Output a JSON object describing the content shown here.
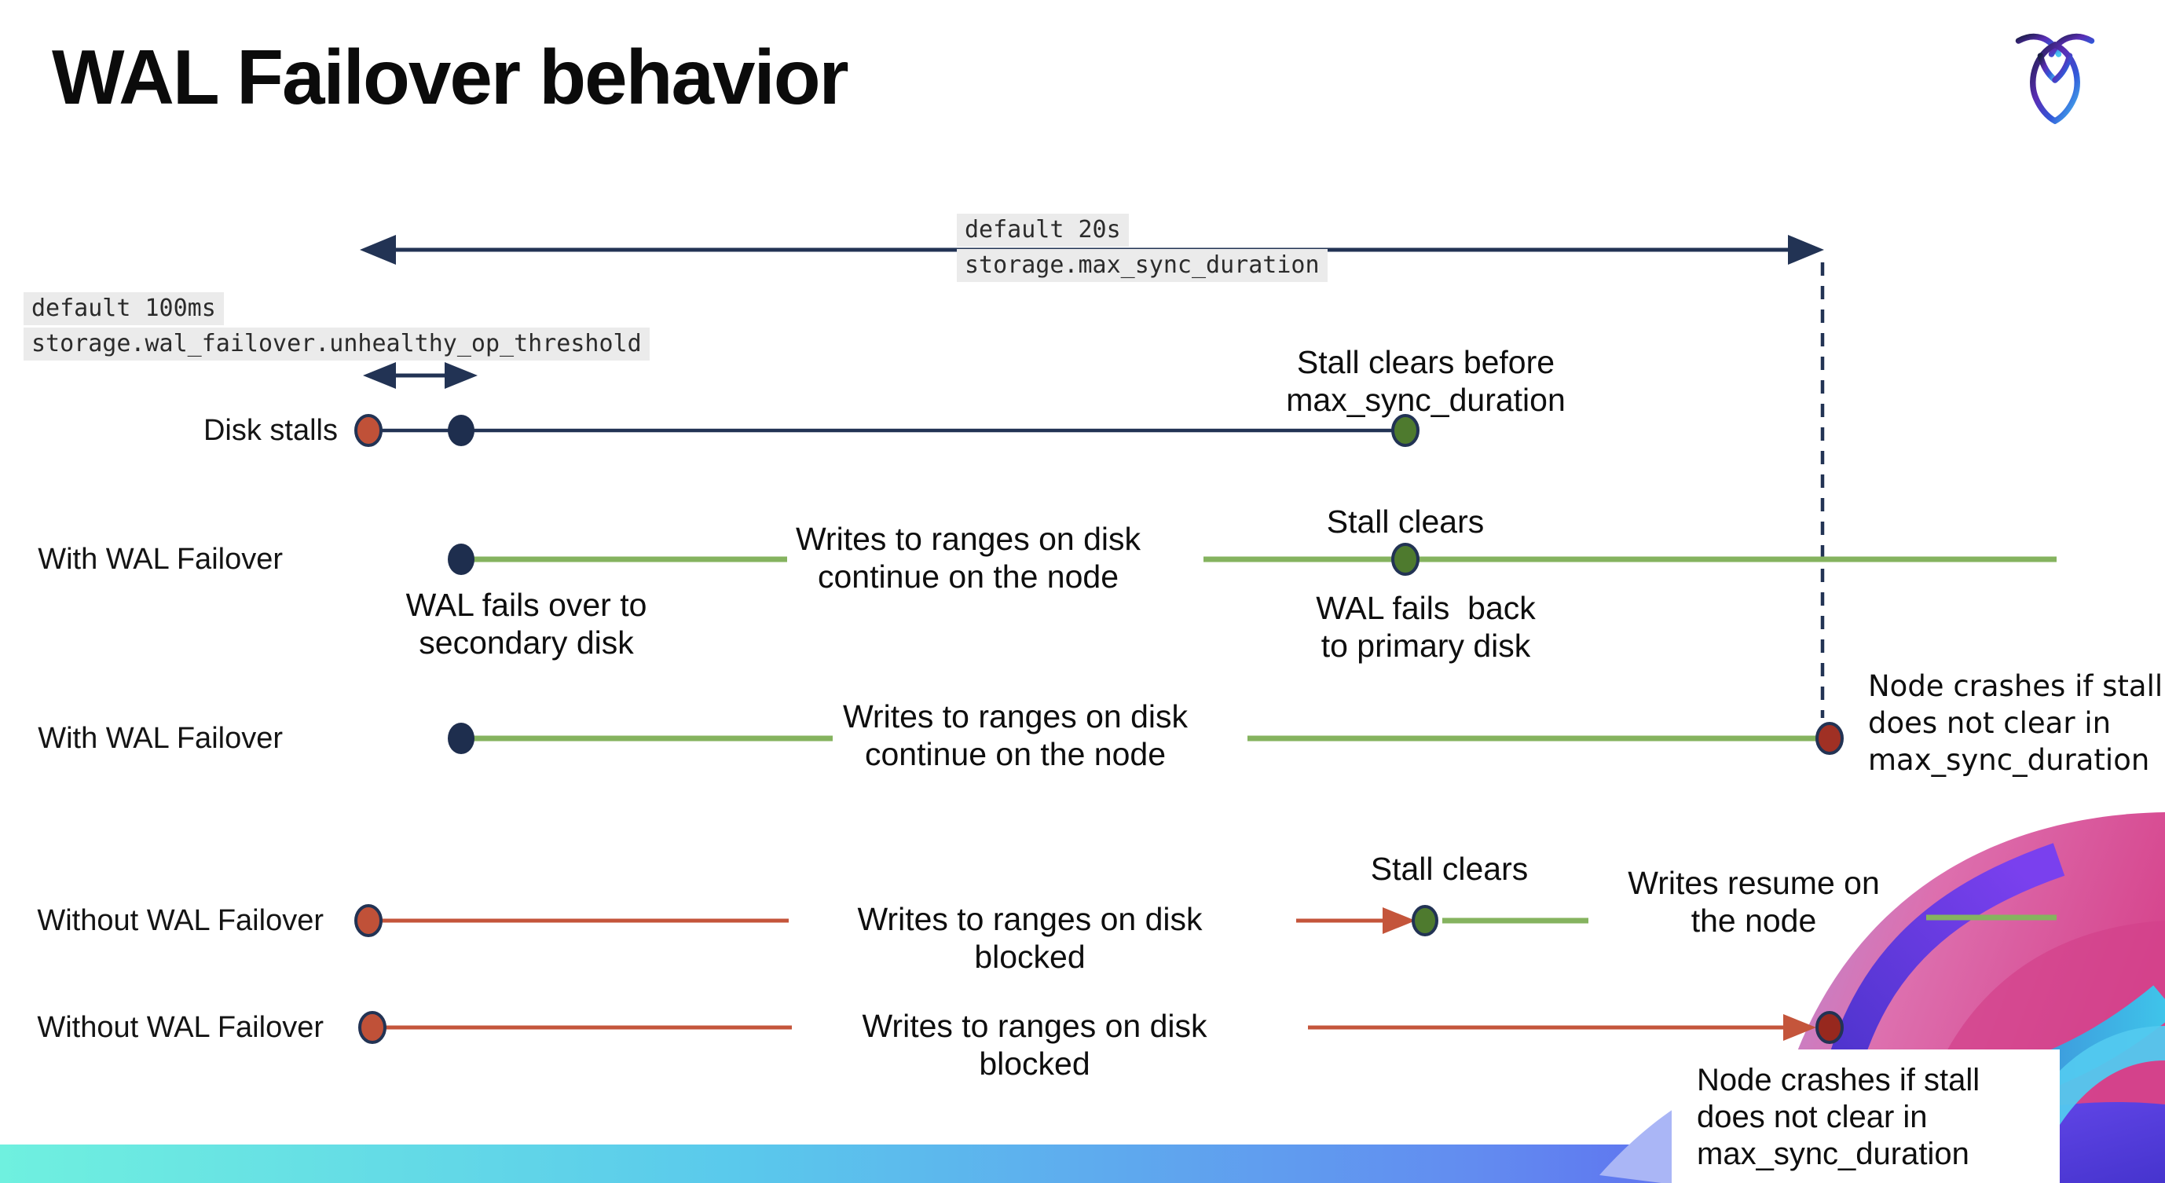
{
  "header": {
    "title": "WAL Failover behavior"
  },
  "brand": {
    "logo_icon": "cockroachdb-cockroach-icon"
  },
  "settings": {
    "max_sync_duration": {
      "default_label": "default 20s",
      "setting_name": "storage.max_sync_duration"
    },
    "unhealthy_op_threshold": {
      "default_label": "default 100ms",
      "setting_name": "storage.wal_failover.unhealthy_op_threshold"
    }
  },
  "timeline_rows": [
    {
      "id": "disk-stalls",
      "label": "Disk stalls"
    },
    {
      "id": "with-wal-failover-1",
      "label": "With WAL Failover"
    },
    {
      "id": "with-wal-failover-2",
      "label": "With WAL Failover"
    },
    {
      "id": "without-wal-failover-1",
      "label": "Without WAL Failover"
    },
    {
      "id": "without-wal-failover-2",
      "label": "Without WAL Failover"
    }
  ],
  "annotations": {
    "stall_clears_before": "Stall clears before\nmax_sync_duration",
    "writes_continue_1": "Writes to ranges on disk\ncontinue on the node",
    "stall_clears_1": "Stall clears",
    "wal_fails_over": "WAL fails over to\nsecondary disk",
    "wal_fails_back": "WAL fails  back\nto primary disk",
    "writes_continue_2": "Writes to ranges on disk\ncontinue on the node",
    "node_crashes_1": "Node crashes if stall\ndoes not clear in\nmax_sync_duration",
    "writes_blocked_1": "Writes to ranges on disk  blocked",
    "stall_clears_2": "Stall clears",
    "writes_resume": "Writes resume on\nthe node",
    "writes_blocked_2": "Writes to ranges on disk  blocked",
    "node_crashes_2": "Node crashes if stall\ndoes not clear in\nmax_sync_duration"
  },
  "colors": {
    "navy": "#223354",
    "green_line": "#85b35f",
    "green_dot": "#4e7a2e",
    "stall_red": "#c05138",
    "crash_red": "#97281e",
    "code_bg": "#ebebeb",
    "bar_gradient": [
      "#6ff0df",
      "#5ac9ec",
      "#5b57ee"
    ]
  }
}
